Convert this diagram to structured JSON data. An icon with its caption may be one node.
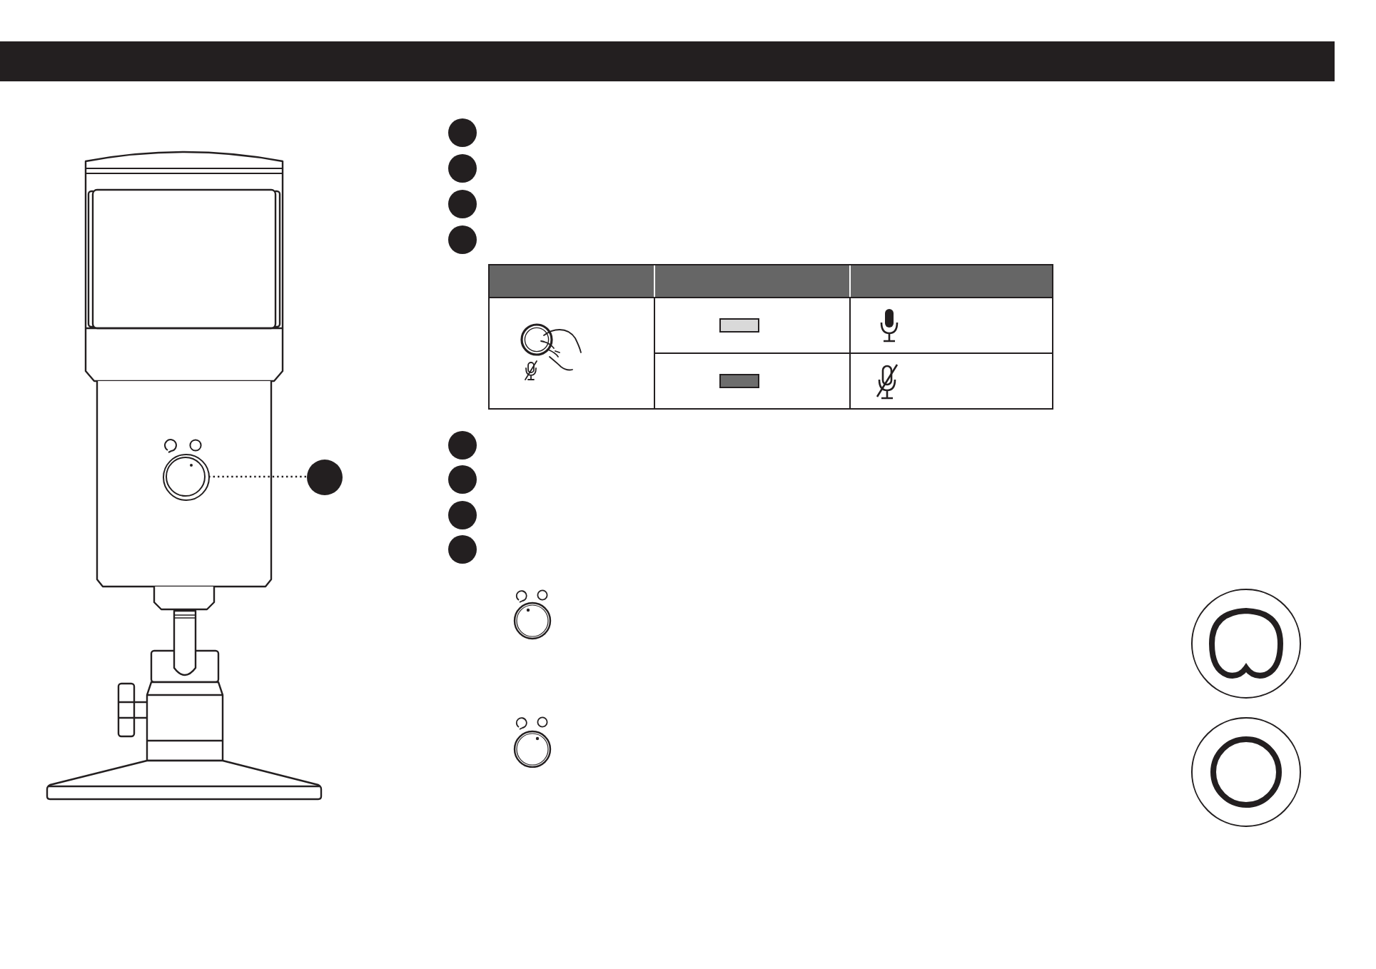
{
  "diagram": {
    "nodes": [
      {
        "text": [],
        "shape": "circle"
      },
      {
        "text": [],
        "shape": "circle"
      },
      {
        "text": [],
        "shape": "circle"
      },
      {
        "text": [],
        "shape": "circle"
      },
      {
        "text": [],
        "shape": "circle"
      },
      {
        "text": [],
        "shape": "circle"
      },
      {
        "text": [],
        "shape": "circle"
      },
      {
        "text": [],
        "shape": "circle"
      },
      {
        "text": [],
        "shape": "circle"
      },
      {
        "text": [],
        "shape": "circle"
      }
    ],
    "edges": [
      {
        "from": 1,
        "to": 0,
        "arrow": "none",
        "style": "dashed"
      }
    ]
  }
}
